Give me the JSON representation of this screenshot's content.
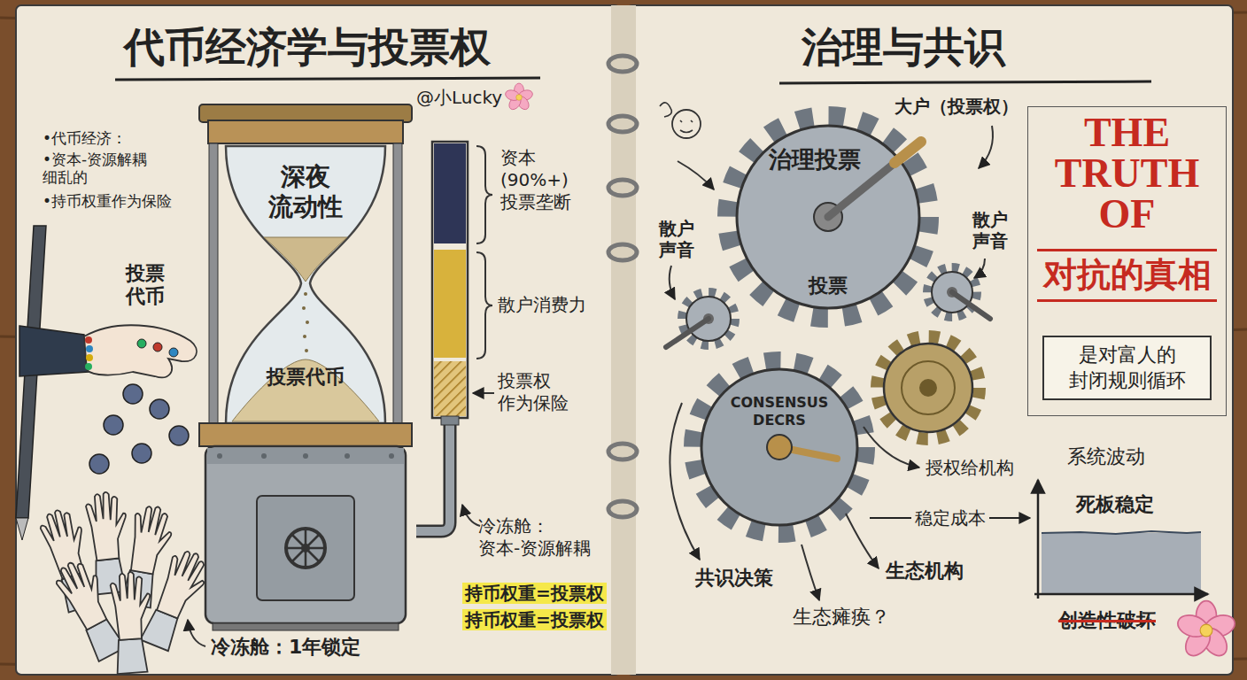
{
  "diagram": {
    "nodes": [
      {
        "text": [
          "深夜 流动性",
          "投票代币"
        ]
      },
      {
        "text": [
          "治理投票",
          "投票"
        ]
      },
      {
        "text": [
          "CONSENSUS DECRS"
        ]
      },
      {
        "text": [
          "THE TRUTH OF",
          "对抗的真相",
          "是对富人的 封闭规则循环"
        ]
      },
      {
        "text": [
          "系统波动",
          "死板稳定"
        ]
      }
    ],
    "edges": [
      {
        "from": 2,
        "to": 4,
        "label": "稳定成本",
        "arrow": "to"
      }
    ],
    "labels": [
      "代币经济学与投票权",
      "@小Lucky",
      "•代币经济：",
      "•资本-资源解耦 细乱的",
      "•持币权重作为保险",
      "投票 代币",
      "资本 (90%+) 投票垄断",
      "散户消费力",
      "投票权 作为保险",
      "冷冻舱： 资本-资源解耦",
      "持币权重=投票权",
      "持币权重=投票权",
      "冷冻舱：1年锁定",
      "治理与共识",
      "大户（投票权）",
      "散户 声音",
      "散户 声音",
      "授权给机构",
      "生态机构",
      "共识决策",
      "生态瘫痪？",
      "创造性破坏"
    ]
  }
}
